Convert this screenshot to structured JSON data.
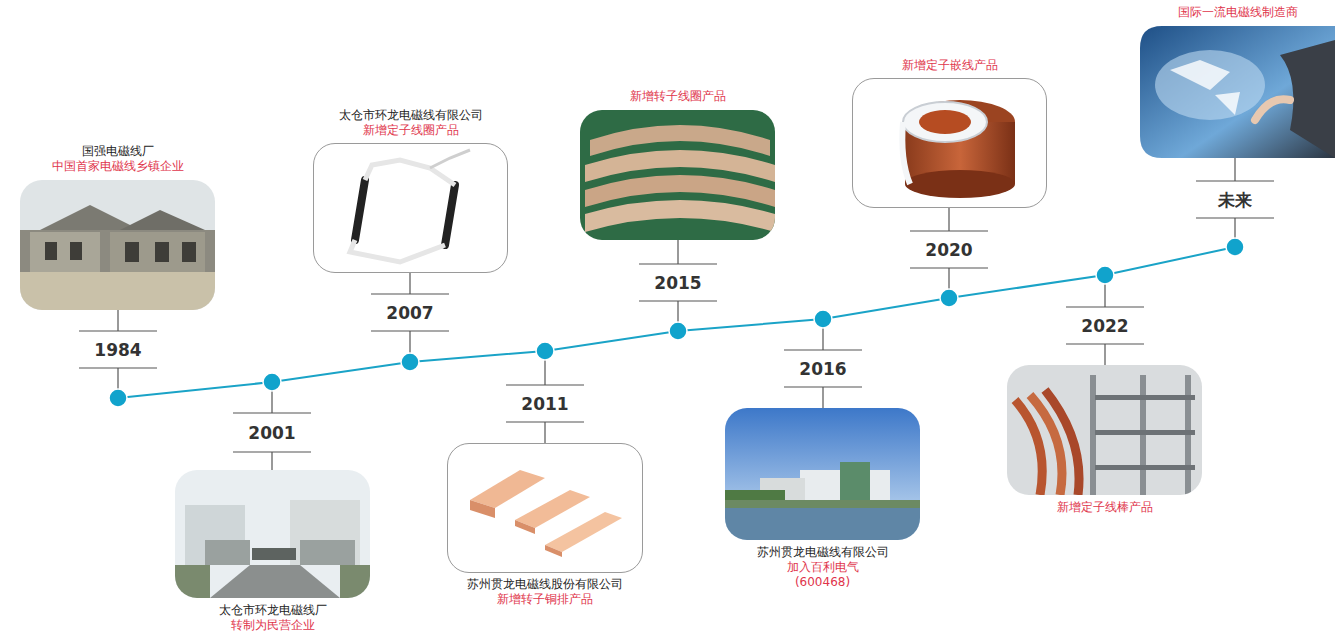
{
  "diagram": {
    "nodes": [
      {
        "text": [
          "国强电磁线厂",
          "中国首家电磁线乡镇企业"
        ]
      },
      {
        "text": [
          "太仓市环龙电磁线厂",
          "转制为民营企业"
        ]
      },
      {
        "text": [
          "太仓市环龙电磁线有限公司",
          "新增定子线圈产品"
        ]
      },
      {
        "text": [
          "苏州贯龙电磁线股份有限公司",
          "新增转子铜排产品"
        ]
      },
      {
        "text": [
          "新增转子线圈产品"
        ]
      },
      {
        "text": [
          "苏州贯龙电磁线有限公司",
          "加入百利电气 (600468)"
        ]
      },
      {
        "text": [
          "新增定子嵌线产品"
        ]
      },
      {
        "text": [
          "新增定子线棒产品"
        ]
      },
      {
        "text": [
          "国际一流电磁线制造商"
        ]
      }
    ],
    "labels": [
      "1984",
      "2001",
      "2007",
      "2011",
      "2015",
      "2016",
      "2020",
      "2022",
      "未来"
    ]
  }
}
